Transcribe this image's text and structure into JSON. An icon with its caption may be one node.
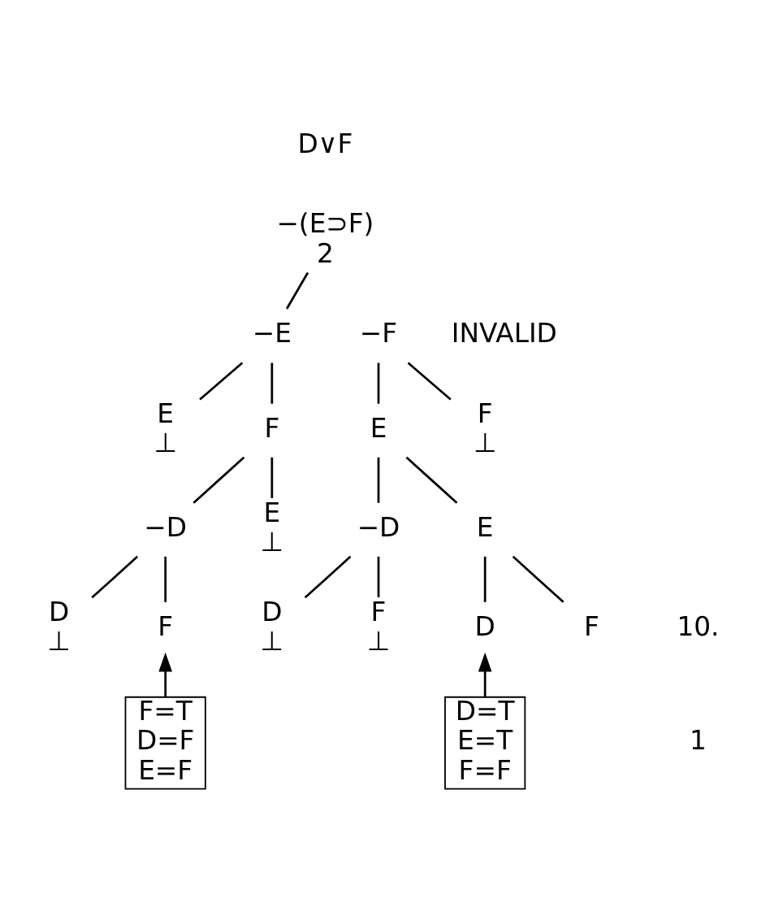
{
  "diagram": {
    "nodes": [
      {
        "text": [
          "D∨F"
        ]
      },
      {
        "text": [
          "−(E⊃F)"
        ],
        "beside": [
          "2"
        ]
      },
      {
        "text": [
          "−E"
        ]
      },
      {
        "text": [
          "−F"
        ]
      },
      {
        "text": [
          "E"
        ],
        "beside": [
          "⊥"
        ]
      },
      {
        "text": [
          "F"
        ]
      },
      {
        "text": [
          "E"
        ]
      },
      {
        "text": [
          "F"
        ],
        "beside": [
          "⊥"
        ]
      },
      {
        "text": [
          "−D"
        ]
      },
      {
        "text": [
          "E"
        ],
        "beside": [
          "⊥"
        ]
      },
      {
        "text": [
          "−D"
        ]
      },
      {
        "text": [
          "E"
        ]
      },
      {
        "text": [
          "D"
        ],
        "beside": [
          "⊥"
        ]
      },
      {
        "text": [
          "F"
        ]
      },
      {
        "text": [
          "D"
        ],
        "beside": [
          "⊥"
        ]
      },
      {
        "text": [
          "F"
        ],
        "beside": [
          "⊥"
        ]
      },
      {
        "text": [
          "D"
        ]
      },
      {
        "text": [
          "F"
        ]
      },
      {
        "text": [
          "F=T",
          "D=F",
          "E=F"
        ]
      },
      {
        "text": [
          "D=T",
          "E=T",
          "F=F"
        ]
      }
    ],
    "edges": [
      {
        "from": 1,
        "to": 2,
        "arrow": "none"
      },
      {
        "from": 2,
        "to": 4,
        "arrow": "none"
      },
      {
        "from": 2,
        "to": 5,
        "arrow": "none"
      },
      {
        "from": 3,
        "to": 6,
        "arrow": "none"
      },
      {
        "from": 3,
        "to": 7,
        "arrow": "none"
      },
      {
        "from": 5,
        "to": 8,
        "arrow": "none"
      },
      {
        "from": 5,
        "to": 9,
        "arrow": "none"
      },
      {
        "from": 6,
        "to": 10,
        "arrow": "none"
      },
      {
        "from": 6,
        "to": 11,
        "arrow": "none"
      },
      {
        "from": 8,
        "to": 12,
        "arrow": "none"
      },
      {
        "from": 8,
        "to": 13,
        "arrow": "none"
      },
      {
        "from": 10,
        "to": 14,
        "arrow": "none"
      },
      {
        "from": 10,
        "to": 15,
        "arrow": "none"
      },
      {
        "from": 11,
        "to": 16,
        "arrow": "none"
      },
      {
        "from": 11,
        "to": 17,
        "arrow": "none"
      },
      {
        "from": 18,
        "to": 13,
        "arrow": "to"
      },
      {
        "from": 19,
        "to": 16,
        "arrow": "to"
      }
    ],
    "labels": [
      "INVALID",
      "10.",
      "1"
    ]
  }
}
